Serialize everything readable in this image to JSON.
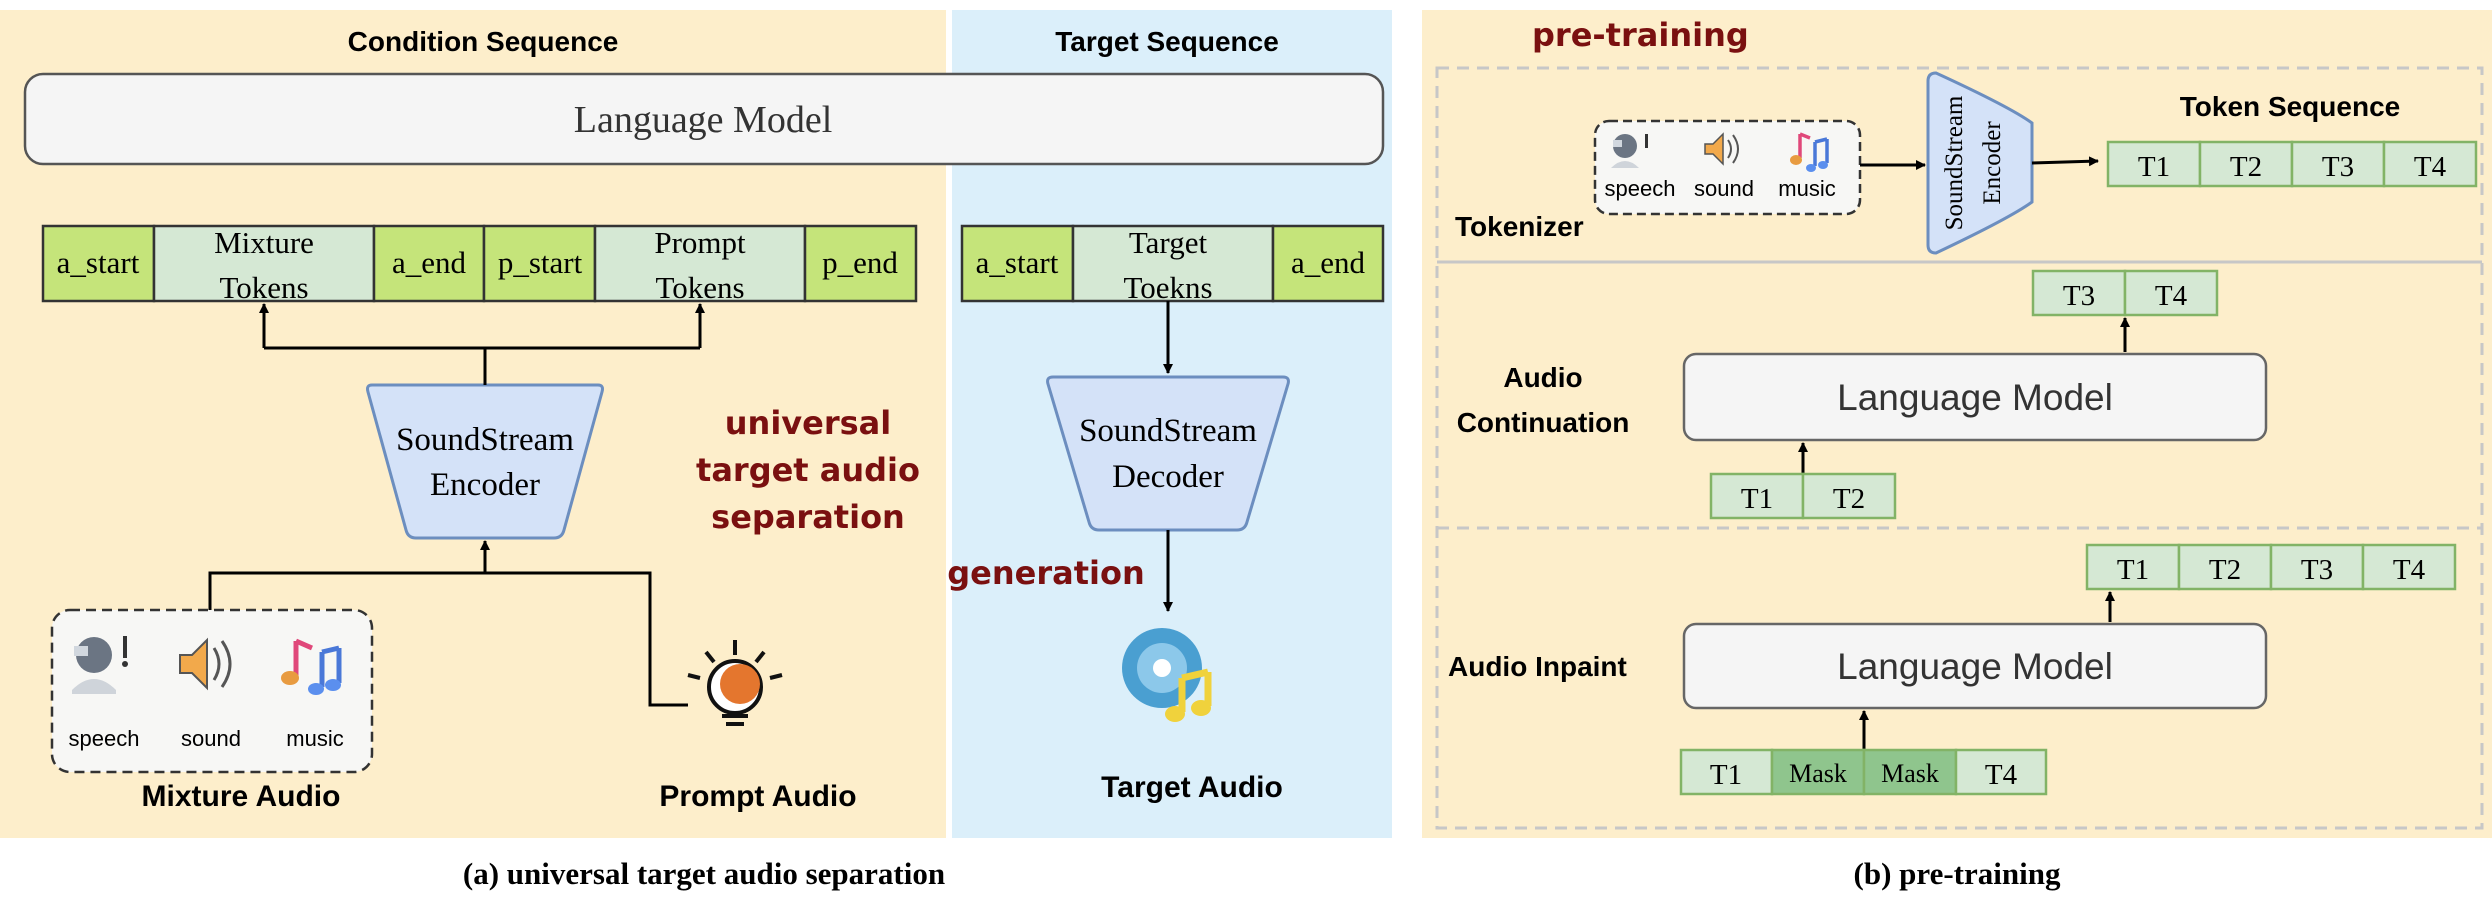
{
  "panel_a": {
    "condition_title": "Condition Sequence",
    "target_title": "Target Sequence",
    "language_model": "Language Model",
    "cond_tokens": {
      "a_start": "a_start",
      "mixture_line1": "Mixture",
      "mixture_line2": "Tokens",
      "a_end": "a_end",
      "p_start": "p_start",
      "prompt_line1": "Prompt",
      "prompt_line2": "Tokens",
      "p_end": "p_end"
    },
    "target_tokens": {
      "a_start": "a_start",
      "target_line1": "Target",
      "target_line2": "Toekns",
      "a_end": "a_end"
    },
    "encoder_line1": "SoundStream",
    "encoder_line2": "Encoder",
    "decoder_line1": "SoundStream",
    "decoder_line2": "Decoder",
    "task_line1": "universal",
    "task_line2": "target audio",
    "task_line3": "separation",
    "generation": "generation",
    "mix_labels": {
      "speech": "speech",
      "sound": "sound",
      "music": "music"
    },
    "mixture_audio": "Mixture Audio",
    "prompt_audio": "Prompt Audio",
    "target_audio": "Target Audio",
    "caption": "(a) universal target audio separation"
  },
  "panel_b": {
    "title": "pre-training",
    "tokenizer": "Tokenizer",
    "token_sequence": "Token Sequence",
    "encoder_line1": "SoundStream",
    "encoder_line2": "Encoder",
    "mix_labels": {
      "speech": "speech",
      "sound": "sound",
      "music": "music"
    },
    "seq_tokens": [
      "T1",
      "T2",
      "T3",
      "T4"
    ],
    "continuation_line1": "Audio",
    "continuation_line2": "Continuation",
    "cont_input": [
      "T1",
      "T2"
    ],
    "cont_output": [
      "T3",
      "T4"
    ],
    "language_model": "Language Model",
    "inpaint": "Audio Inpaint",
    "inpaint_input": [
      "T1",
      "Mask",
      "Mask",
      "T4"
    ],
    "inpaint_output": [
      "T1",
      "T2",
      "T3",
      "T4"
    ],
    "caption": "(b) pre-training"
  },
  "colors": {
    "condition_bg": "#fdeecb",
    "target_bg": "#dbeffa",
    "pretrain_bg": "#fdeecb",
    "token_light": "#d5e8d4",
    "token_bright": "#c5e47a",
    "token_mask": "#8fc58d",
    "token_border": "#82b366",
    "encoder_fill": "#d4e2f8",
    "encoder_stroke": "#6c8ebf",
    "lm_fill": "#f5f5f5",
    "accent_red": "#7a1010"
  }
}
